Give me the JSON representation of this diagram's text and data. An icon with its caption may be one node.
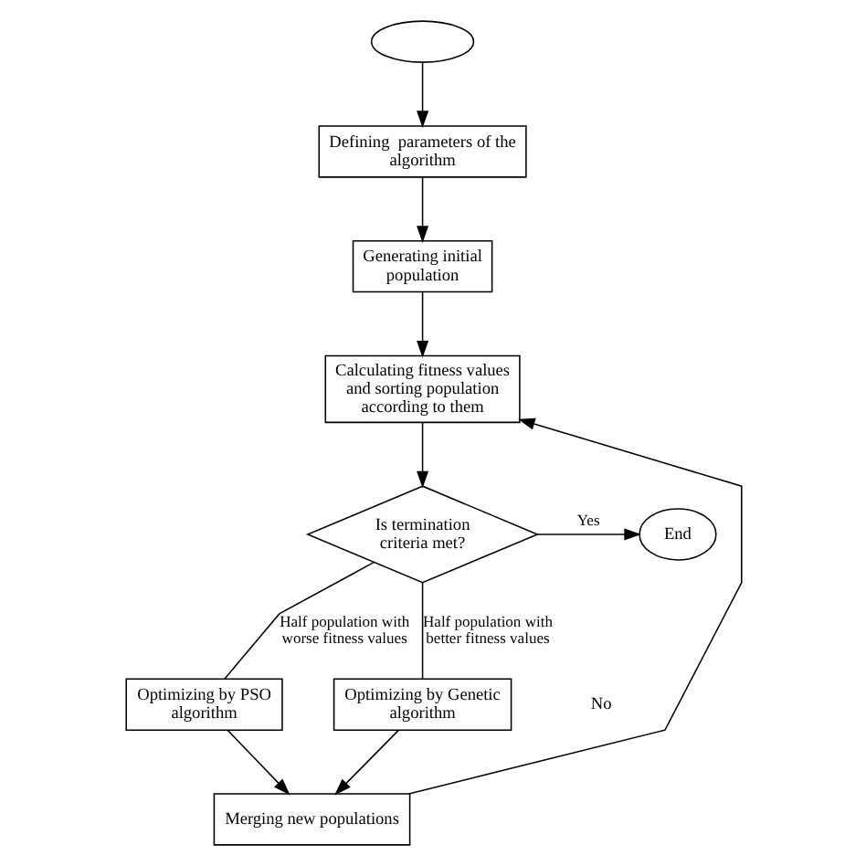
{
  "diagram": {
    "nodes": [
      {
        "text": [],
        "shape": "ellipse"
      },
      {
        "text": [
          "Defining  parameters of the algorithm"
        ]
      },
      {
        "text": [
          "Generating initial population"
        ]
      },
      {
        "text": [
          "Calculating fitness values and sorting population according to them"
        ]
      },
      {
        "text": [
          "Is termination criteria met?"
        ]
      },
      {
        "text": [
          "End"
        ]
      },
      {
        "text": [
          "Optimizing by PSO algorithm"
        ]
      },
      {
        "text": [
          "Optimizing by Genetic algorithm"
        ]
      },
      {
        "text": [
          "Merging new populations"
        ]
      }
    ],
    "edges": [
      {
        "from": 0,
        "to": 1,
        "arrow": "to"
      },
      {
        "from": 1,
        "to": 2,
        "arrow": "to"
      },
      {
        "from": 2,
        "to": 3,
        "arrow": "to"
      },
      {
        "from": 3,
        "to": 4,
        "arrow": "to"
      },
      {
        "from": 4,
        "to": 5,
        "arrow": "to",
        "label": "Yes"
      },
      {
        "from": 4,
        "to": 6,
        "arrow": "none",
        "label": "Half population with worse fitness values"
      },
      {
        "from": 4,
        "to": 7,
        "arrow": "none",
        "label": "Half population with better fitness values"
      },
      {
        "from": 6,
        "to": 8,
        "arrow": "to"
      },
      {
        "from": 7,
        "to": 8,
        "arrow": "to"
      },
      {
        "from": 8,
        "to": 3,
        "arrow": "to"
      }
    ],
    "labels": [
      "No"
    ]
  }
}
